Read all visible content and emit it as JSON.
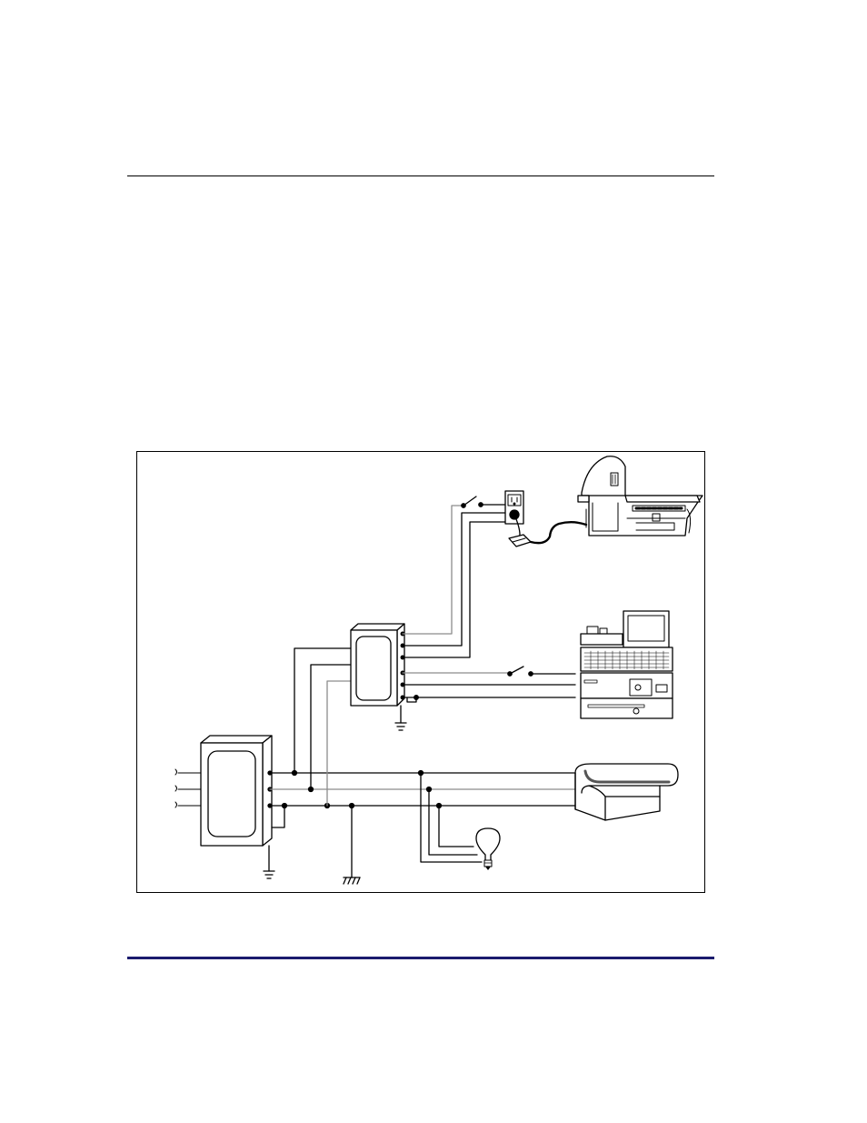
{
  "page": {
    "top_rule_color": "#000000",
    "bottom_rule_color": "#1b1b6e"
  },
  "diagram": {
    "components": [
      {
        "id": "main-panel",
        "icon": "service-panel-icon"
      },
      {
        "id": "sub-panel",
        "icon": "sub-panel-icon"
      },
      {
        "id": "wall-outlet",
        "icon": "outlet-icon"
      },
      {
        "id": "switch-outlet",
        "icon": "switch-icon"
      },
      {
        "id": "switch-pos",
        "icon": "switch-icon"
      },
      {
        "id": "surge-protector",
        "icon": "surge-protector-icon"
      },
      {
        "id": "scanner-scale",
        "icon": "scanner-scale-icon"
      },
      {
        "id": "pos-terminal",
        "icon": "pos-terminal-icon"
      },
      {
        "id": "conveyor-counter",
        "icon": "checkout-counter-icon"
      },
      {
        "id": "light-bulb",
        "icon": "light-bulb-icon"
      },
      {
        "id": "ground-main",
        "icon": "ground-icon"
      },
      {
        "id": "ground-sub",
        "icon": "ground-icon"
      },
      {
        "id": "chassis-ground",
        "icon": "chassis-ground-icon"
      }
    ],
    "wire_color": "#000000",
    "gray_wire_color": "#8c8c8c"
  }
}
